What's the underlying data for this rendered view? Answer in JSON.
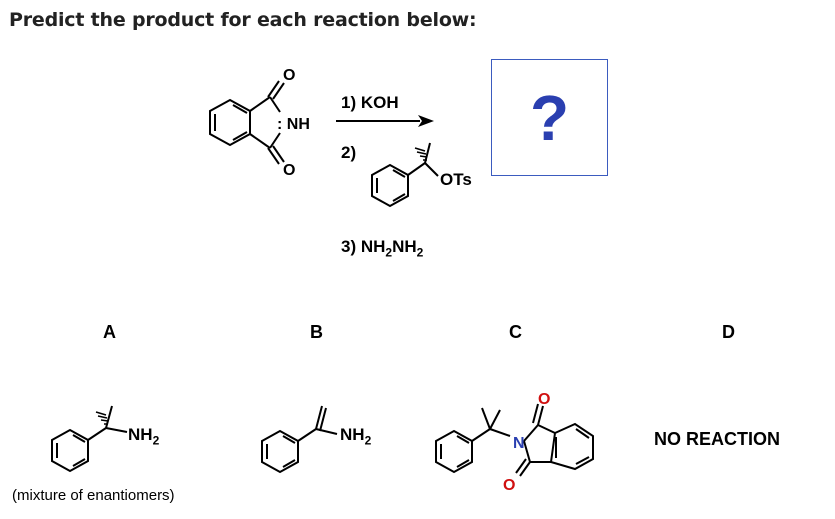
{
  "header": {
    "title": "Predict the product for each reaction below:"
  },
  "reaction": {
    "reagent_nh": ": NH",
    "step1": "1) KOH",
    "step2": "2)",
    "ots_label": "OTs",
    "step3_prefix": "3) NH",
    "step3_mid": "NH",
    "sub_2": "2",
    "oxygen": "O",
    "unknown_product": "?"
  },
  "choices": [
    {
      "letter": "A",
      "amine": "NH",
      "sub": "2",
      "note": "(mixture of enantiomers)"
    },
    {
      "letter": "B",
      "amine": "NH",
      "sub": "2"
    },
    {
      "letter": "C",
      "n": "N",
      "o": "O"
    },
    {
      "letter": "D",
      "text": "NO REACTION"
    }
  ]
}
